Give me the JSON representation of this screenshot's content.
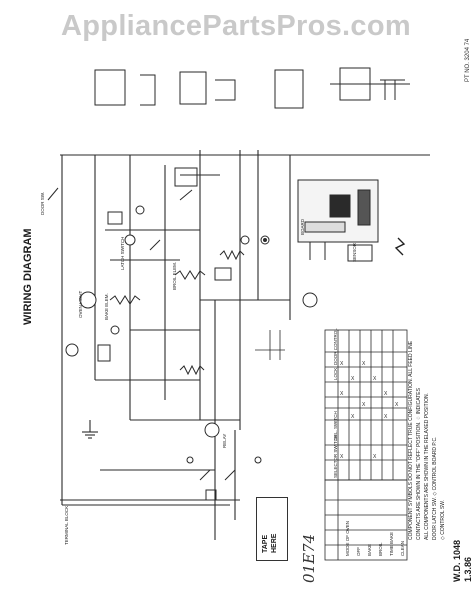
{
  "watermark": "AppliancePartsPros.com",
  "title": "WIRING DIAGRAM",
  "document": {
    "wd_number": "W.D. 1048",
    "date": "1.3.86",
    "handwritten": "01E74"
  },
  "tape_label": [
    "TAPE",
    "HERE"
  ],
  "part_number": "PT NO. 3204 74",
  "notes": [
    "COMPONENT SYMBOLS DO NOT REFLECT TRUE CONFIGURATION. ALL FEED LINE",
    "CONTACTS ARE SHOWN IN THE \"OFF\" POSITION. ♢ INDICATES",
    "ALL COMPONENTS ARE SHOWN IN THE RELAXED POSITION.",
    "DOOR LATCH SW. ◇ CONTROL BOARD P.C.",
    "◇ CONTROL SW."
  ],
  "switch_table": {
    "headers": [
      "SELECTOR SWITCH",
      "SEL. SWITCH",
      "LOCK",
      "DOOR CONTROL"
    ],
    "rows": [
      "MODE OF OVEN",
      "OFF",
      "BAKE",
      "BROIL",
      "TIME BAKE",
      "CLEAN"
    ]
  },
  "components": {
    "latch": "LATCH SWITCH",
    "board": "BOARD",
    "sensor": "SENSOR",
    "bake_element": "BAKE ELEM.",
    "broil_element": "BROIL ELEM.",
    "oven_light": "OVEN LIGHT",
    "door_switch": "DOOR SW.",
    "relay": "RELAY",
    "terminal": "TERMINAL BLOCK"
  }
}
